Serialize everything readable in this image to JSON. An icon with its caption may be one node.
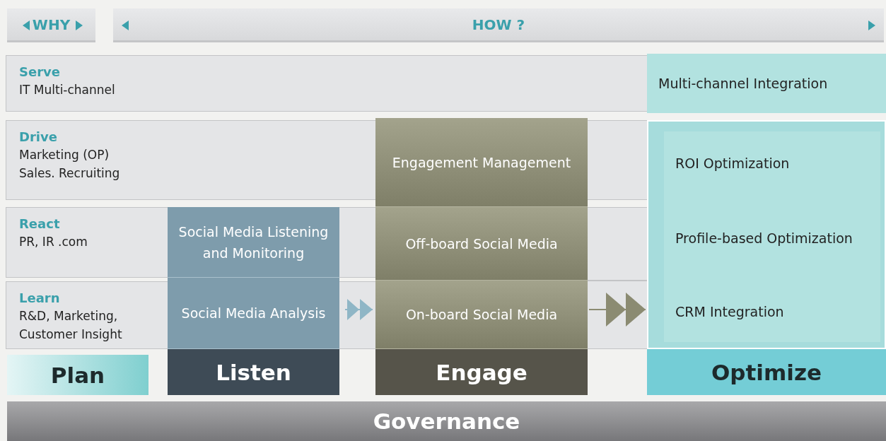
{
  "diagram": {
    "nodes": [
      {
        "text": [
          "WHY"
        ]
      },
      {
        "text": [
          "HOW ?"
        ]
      },
      {
        "text": [
          "Serve",
          "IT Multi-channel"
        ]
      },
      {
        "text": [
          "Drive",
          "Marketing (OP) Sales. Recruiting"
        ]
      },
      {
        "text": [
          "React",
          "PR, IR .com"
        ]
      },
      {
        "text": [
          "Learn",
          "R&D, Marketing, Customer Insight"
        ]
      },
      {
        "text": [
          "Listen"
        ]
      },
      {
        "text": [
          "Social Media Listening and Monitoring"
        ]
      },
      {
        "text": [
          "Social Media Analysis"
        ]
      },
      {
        "text": [
          "Engage"
        ]
      },
      {
        "text": [
          "Engagement Management"
        ]
      },
      {
        "text": [
          "Off-board Social Media"
        ]
      },
      {
        "text": [
          "On-board Social Media"
        ]
      },
      {
        "text": [
          "Optimize"
        ]
      },
      {
        "text": [
          "Multi-channel Integration"
        ]
      },
      {
        "text": [],
        "shape": "box"
      },
      {
        "text": [
          "ROI Optimization"
        ],
        "in": 15
      },
      {
        "text": [
          "Profile-based Optimization"
        ],
        "in": 15
      },
      {
        "text": [
          "CRM Integration"
        ],
        "in": 15
      },
      {
        "text": [
          "Plan"
        ]
      },
      {
        "text": [
          "Governance"
        ]
      }
    ],
    "edges": [
      {
        "from": 8,
        "to": 12,
        "arrow": "to"
      },
      {
        "from": 12,
        "to": 15,
        "arrow": "to"
      }
    ]
  }
}
